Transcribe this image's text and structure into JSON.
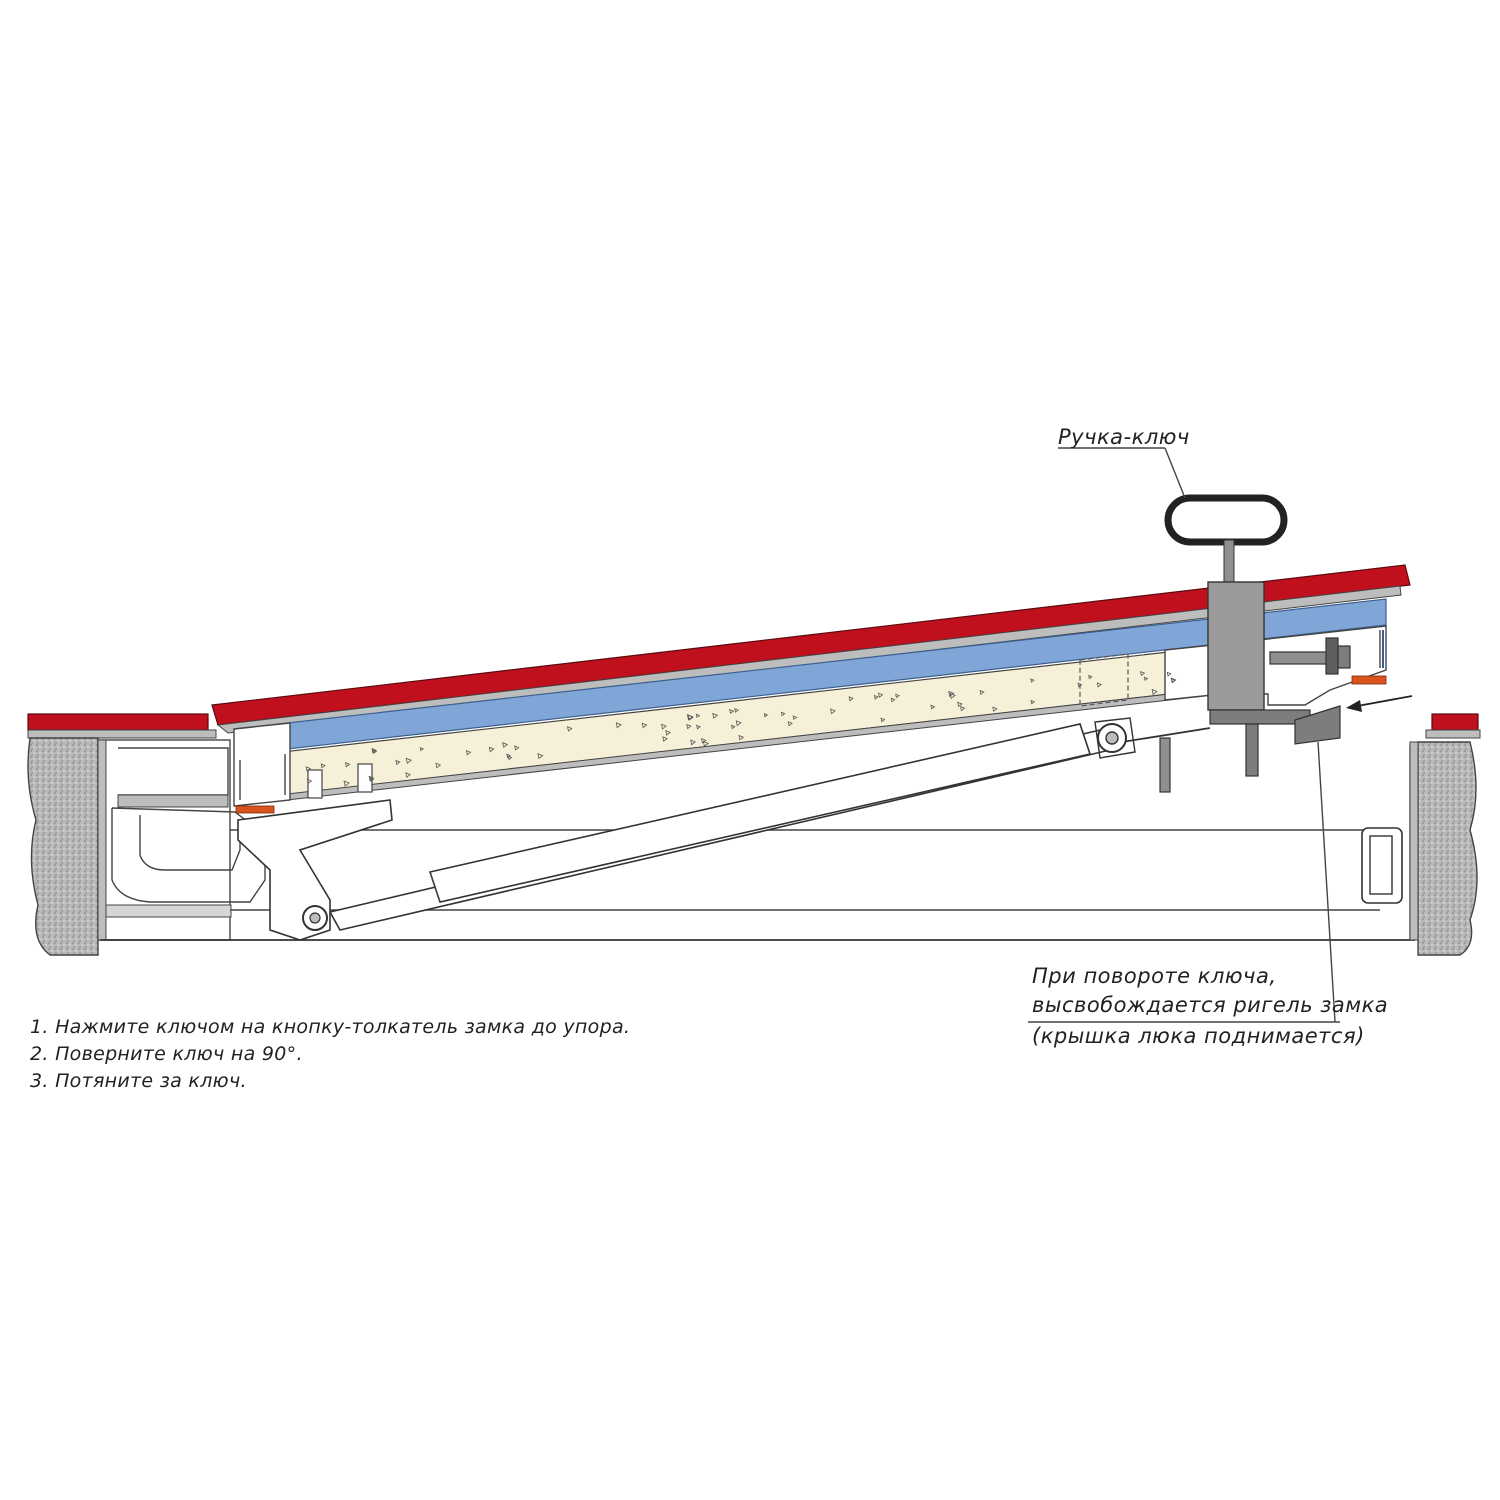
{
  "labels": {
    "handle_key": "Ручка-ключ",
    "release_note": [
      "При повороте ключа,",
      "высвобождается ригель замка",
      "(крышка люка поднимается)"
    ]
  },
  "instructions": [
    "1.  Нажмите ключом на кнопку-толкатель замка до упора.",
    "2.  Поверните ключ на 90°.",
    "3.  Потяните за ключ."
  ],
  "colors": {
    "top_cover": "#c0101e",
    "insulation_blue": "#7fa6d6",
    "filler": "#f7f0d8",
    "concrete": "#c8c8c8",
    "steel": "#bdbdbd",
    "gasket": "#d9541e"
  }
}
